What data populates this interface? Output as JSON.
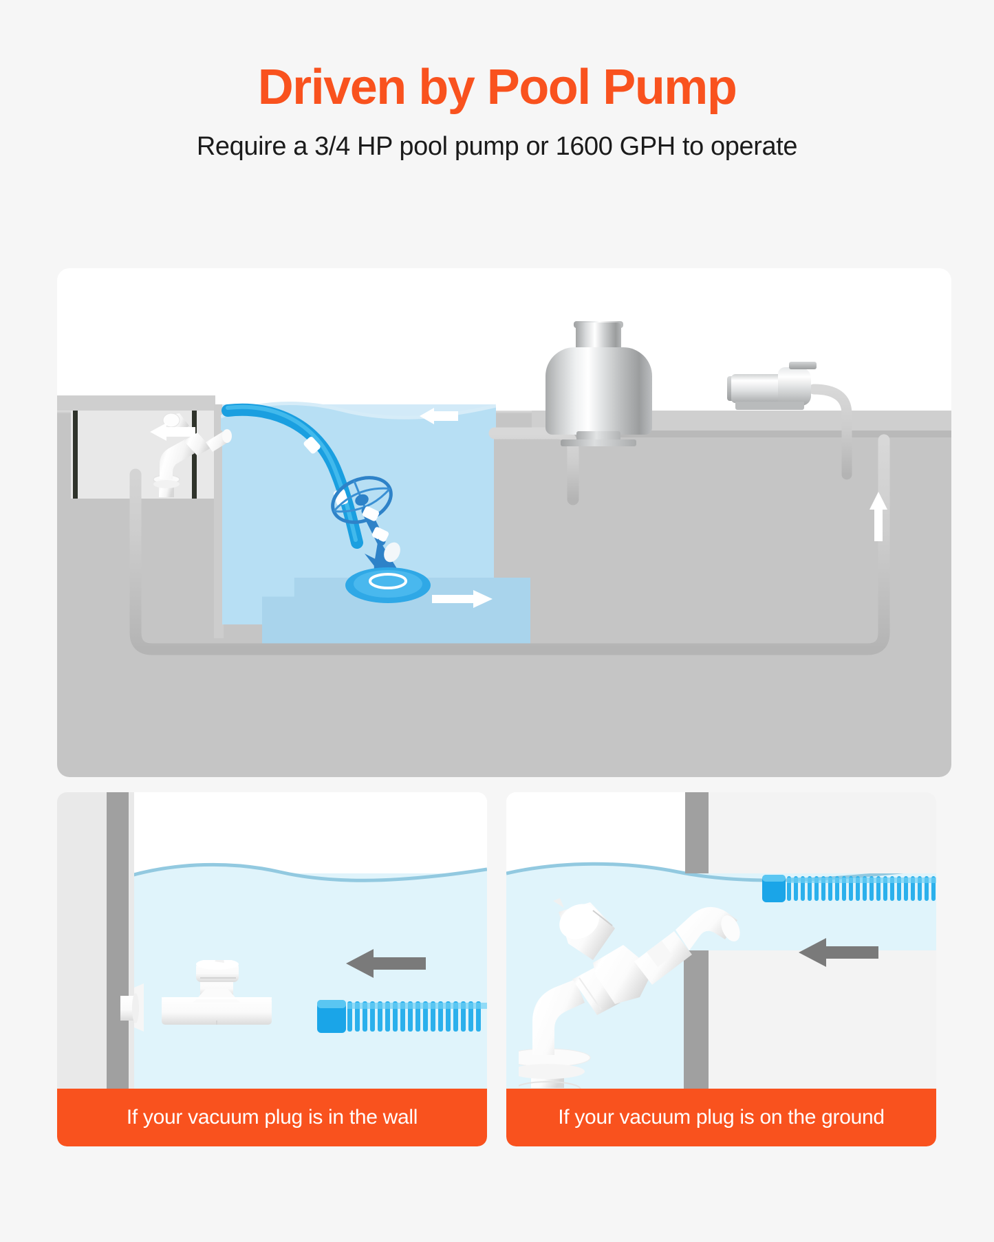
{
  "header": {
    "title": "Driven by Pool Pump",
    "subtitle": "Require a 3/4 HP pool pump or 1600 GPH to operate"
  },
  "colors": {
    "accent_orange": "#f9521e",
    "page_background": "#f6f6f6",
    "panel_background": "#ffffff",
    "ground_gray": "#c5c5c5",
    "pool_water": "#b7dff4",
    "sub_panel_water": "#e0f4fb",
    "hose_blue": "#1a9fe0",
    "cleaner_blue": "#2e82c8",
    "arrow_white": "#ffffff",
    "arrow_gray": "#7a7a7a",
    "wall_dark": "#a0a0a0",
    "text_dark": "#1b1b1b",
    "caption_text": "#ffffff"
  },
  "main_diagram": {
    "name": "pool-circulation-system-diagram",
    "components": [
      {
        "id": "skimmer-valve-assembly",
        "label": "skimmer valve assembly"
      },
      {
        "id": "blue-suction-hose",
        "label": "blue suction hose"
      },
      {
        "id": "pool-cleaner",
        "label": "suction pool cleaner"
      },
      {
        "id": "sand-filter-tank",
        "label": "sand filter tank"
      },
      {
        "id": "pool-pump-motor",
        "label": "pool pump motor"
      },
      {
        "id": "return-pipe",
        "label": "return pipe"
      },
      {
        "id": "suction-pipe",
        "label": "suction pipe"
      }
    ],
    "flow_arrows": [
      {
        "id": "arrow-skimmer-left",
        "direction": "left"
      },
      {
        "id": "arrow-suction-left",
        "direction": "left"
      },
      {
        "id": "arrow-return-right",
        "direction": "right"
      },
      {
        "id": "arrow-pump-up",
        "direction": "up"
      }
    ]
  },
  "sub_panels": [
    {
      "id": "wall-plug",
      "caption": "If your vacuum plug is in the wall",
      "arrow_direction": "left",
      "parts": [
        "wall-insert",
        "tee-fitting",
        "valve-cap",
        "blue-corrugated-hose"
      ]
    },
    {
      "id": "ground-plug",
      "caption": "If your vacuum plug is on the ground",
      "arrow_direction": "left",
      "parts": [
        "floor-flange",
        "elbow-90",
        "y-fitting",
        "valve-cap",
        "elbow-45",
        "blue-corrugated-hose"
      ]
    }
  ]
}
